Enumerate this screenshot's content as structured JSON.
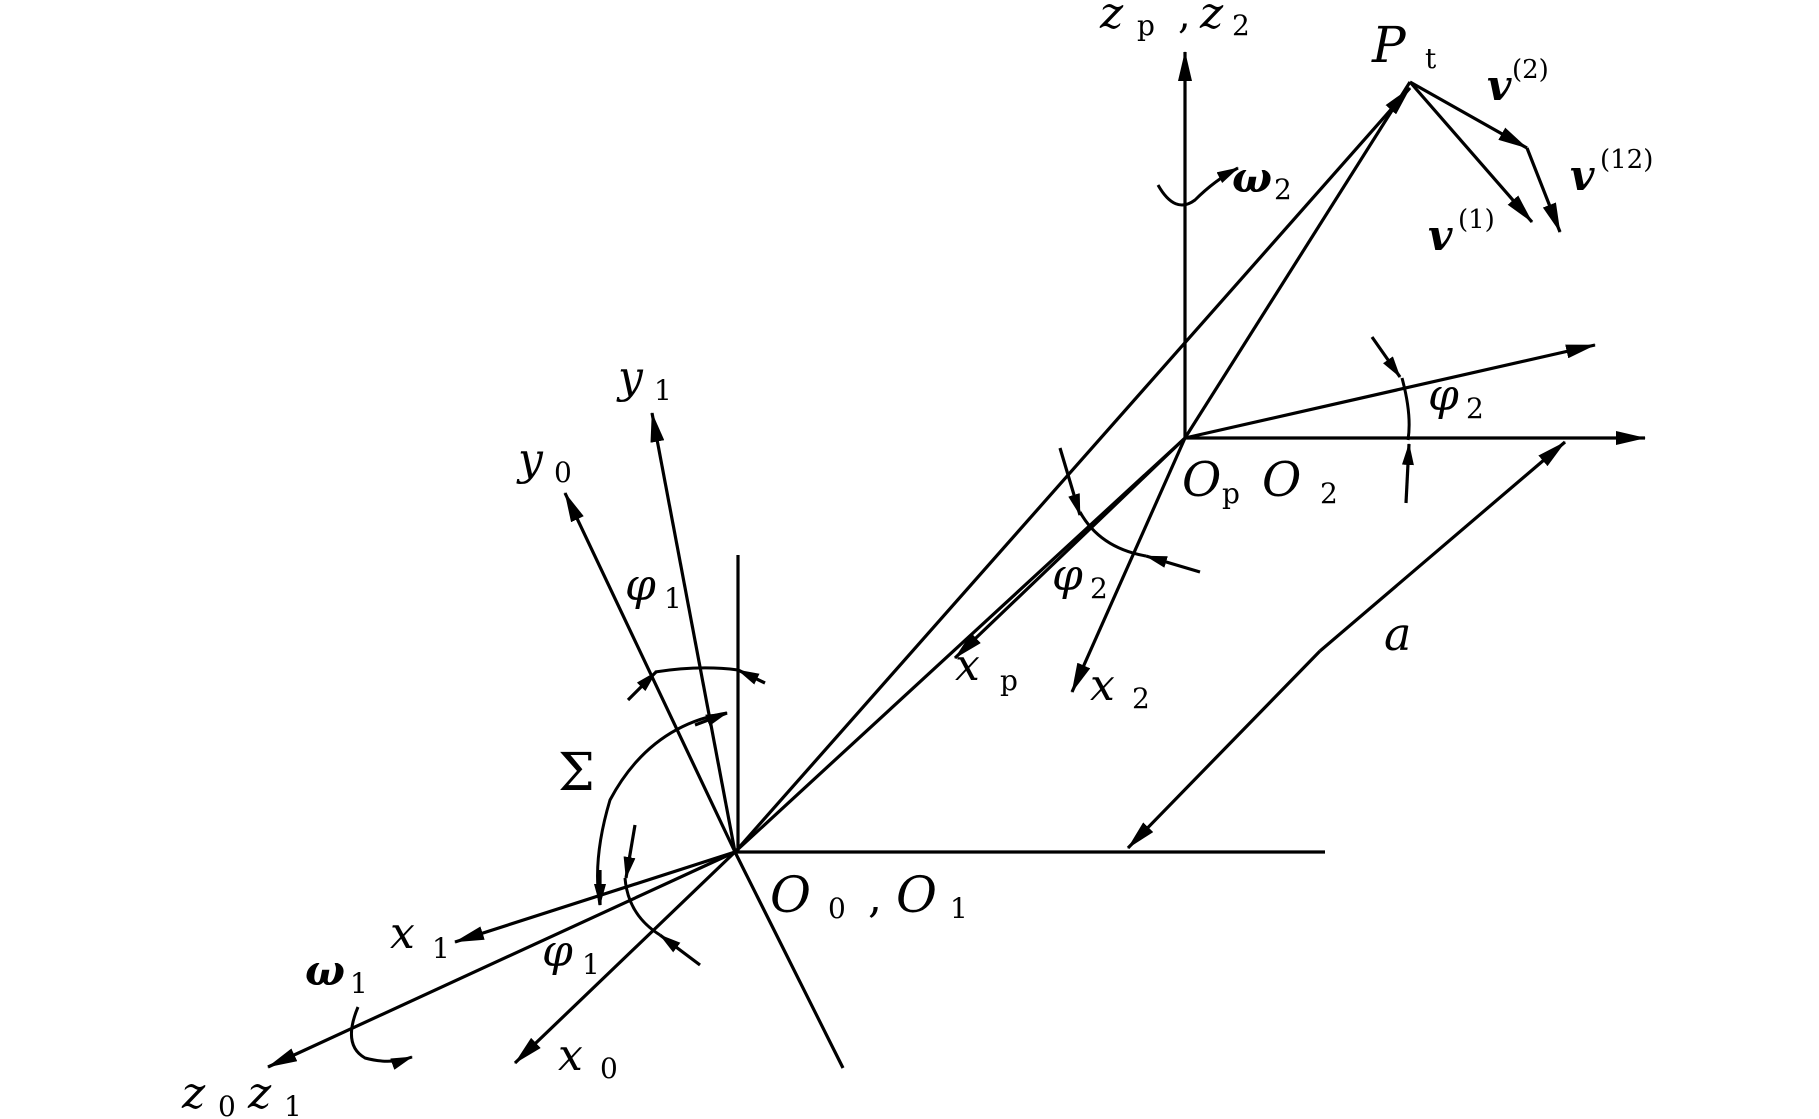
{
  "labels": {
    "zp": "z",
    "zp_sub": "p",
    "comma1": ",",
    "z2": "z",
    "z2_sub": "2",
    "pt": "P",
    "pt_sub": "t",
    "v2": "v",
    "v2_sup": "(2)",
    "v12": "v",
    "v12_sup": "(12)",
    "v1": "v",
    "v1_sup": "(1)",
    "w2": "ω",
    "w2_sub": "2",
    "y1": "y",
    "y1_sub": "1",
    "y0": "y",
    "y0_sub": "0",
    "phi2a": "φ",
    "phi2a_sub": "2",
    "op": "O",
    "op_sub": "p",
    "o2": "O",
    "o2_sub": "2",
    "phi1a": "φ",
    "phi1a_sub": "1",
    "phi2b": "φ",
    "phi2b_sub": "2",
    "a": "a",
    "xp": "x",
    "xp_sub": "p",
    "x2": "x",
    "x2_sub": "2",
    "sigma": "Σ",
    "o0": "O",
    "o0_sub": "0",
    "comma2": ",",
    "o1": "O",
    "o1_sub": "1",
    "x1": "x",
    "x1_sub": "1",
    "w1": "ω",
    "w1_sub": "1",
    "phi1b": "φ",
    "phi1b_sub": "1",
    "x0": "x",
    "x0_sub": "0",
    "z0": "z",
    "z0_sub": "0",
    "z1": "z",
    "z1_sub": "1"
  }
}
